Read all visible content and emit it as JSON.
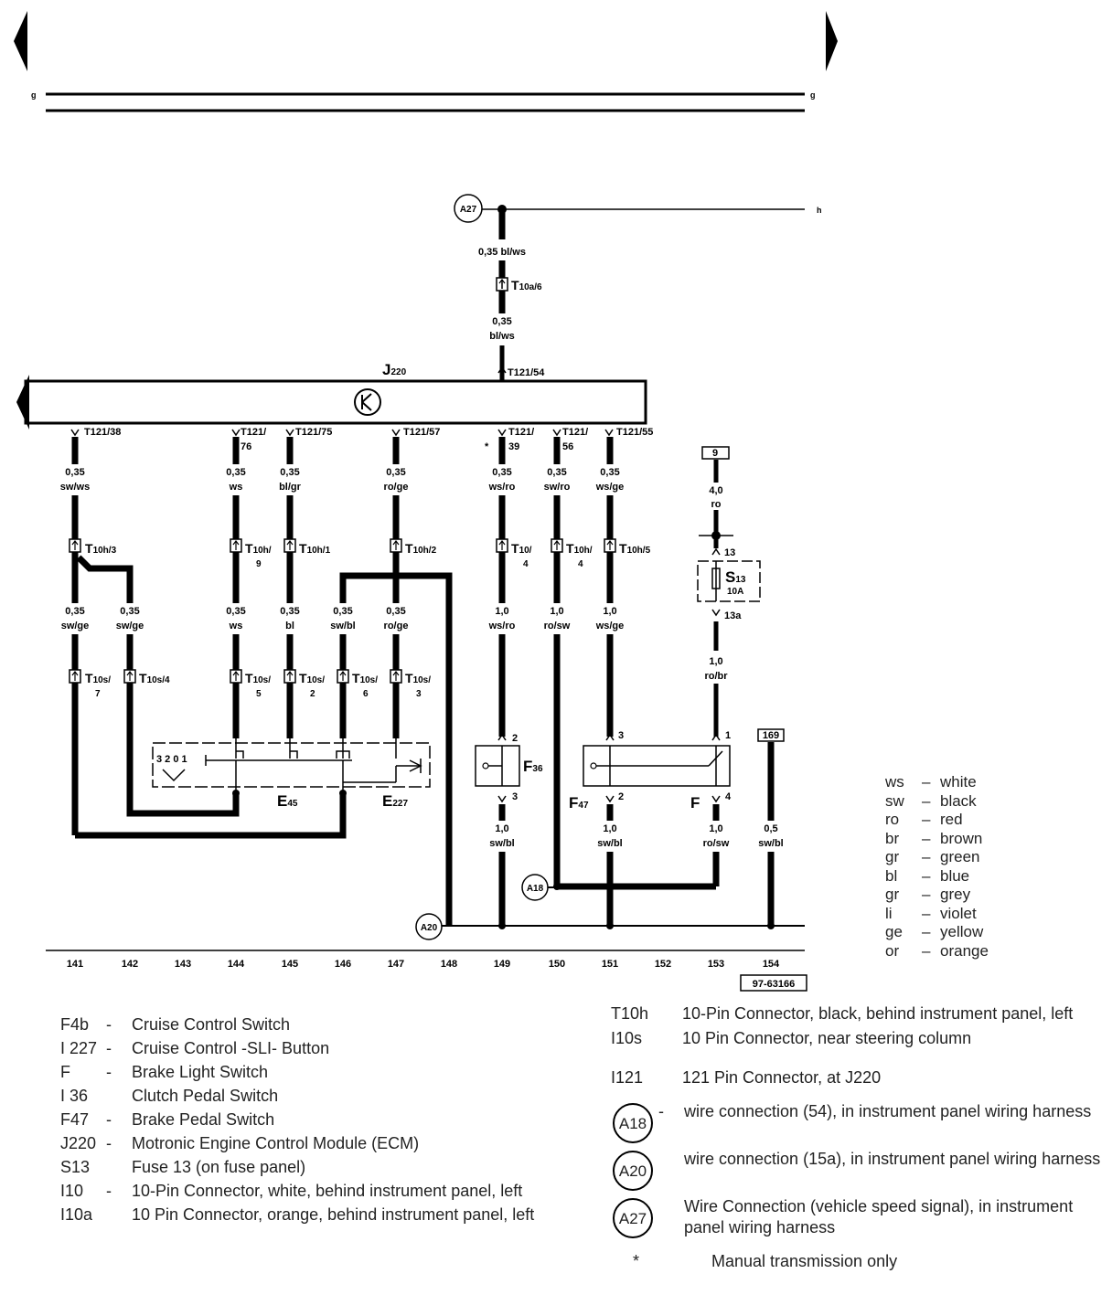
{
  "page_markers": {
    "g_left": "g",
    "g_right": "g",
    "h": "h"
  },
  "ground_connections": {
    "a27": "A27",
    "a20": "A20",
    "a18": "A18"
  },
  "module": {
    "name": "J",
    "sub": "220",
    "top_pin": "T121/54"
  },
  "top_wire": {
    "top_label": "0,35 bl/ws",
    "conn": "T",
    "conn_sub": "10a/6",
    "lower_size": "0,35",
    "lower_color": "bl/ws"
  },
  "columns": [
    "141",
    "142",
    "143",
    "144",
    "145",
    "146",
    "147",
    "148",
    "149",
    "150",
    "151",
    "152",
    "153",
    "154"
  ],
  "pins": [
    {
      "line1": "T121/38",
      "line2": ""
    },
    {
      "line1": "T121/",
      "line2": "76"
    },
    {
      "line1": "T121/75",
      "line2": ""
    },
    {
      "line1": "T121/57",
      "line2": ""
    },
    {
      "line1": "T121/",
      "line2": "39"
    },
    {
      "line1": "T121/",
      "line2": "56"
    },
    {
      "line1": "T121/55",
      "line2": ""
    }
  ],
  "star": "*",
  "upper_wires": [
    {
      "size": "0,35",
      "color": "sw/ws"
    },
    {
      "size": "0,35",
      "color": "ws"
    },
    {
      "size": "0,35",
      "color": "bl/gr"
    },
    {
      "size": "0,35",
      "color": "ro/ge"
    },
    {
      "size": "0,35",
      "color": "ws/ro"
    },
    {
      "size": "0,35",
      "color": "sw/ro"
    },
    {
      "size": "0,35",
      "color": "ws/ge"
    }
  ],
  "t10_connectors": [
    {
      "name": "T",
      "sub": "10h/3",
      "sub2": ""
    },
    {
      "name": "T",
      "sub": "10h/",
      "sub2": "9"
    },
    {
      "name": "T",
      "sub": "10h/1",
      "sub2": ""
    },
    {
      "name": "T",
      "sub": "10h/2",
      "sub2": ""
    },
    {
      "name": "T",
      "sub": "10/",
      "sub2": "4"
    },
    {
      "name": "T",
      "sub": "10h/",
      "sub2": "4"
    },
    {
      "name": "T",
      "sub": "10h/5",
      "sub2": ""
    }
  ],
  "mid_wires": [
    {
      "size": "0,35",
      "color": "sw/ge"
    },
    {
      "size": "0,35",
      "color": "sw/ge"
    },
    {
      "size": "0,35",
      "color": "ws"
    },
    {
      "size": "0,35",
      "color": "bl"
    },
    {
      "size": "0,35",
      "color": "sw/bl"
    },
    {
      "size": "0,35",
      "color": "ro/ge"
    },
    {
      "size": "1,0",
      "color": "ws/ro"
    },
    {
      "size": "1,0",
      "color": "ro/sw"
    },
    {
      "size": "1,0",
      "color": "ws/ge"
    }
  ],
  "t10s_connectors": [
    {
      "name": "T",
      "sub": "10s/",
      "sub2": "7"
    },
    {
      "name": "T",
      "sub": "10s/4",
      "sub2": ""
    },
    {
      "name": "T",
      "sub": "10s/",
      "sub2": "5"
    },
    {
      "name": "T",
      "sub": "10s/",
      "sub2": "2"
    },
    {
      "name": "T",
      "sub": "10s/",
      "sub2": "6"
    },
    {
      "name": "T",
      "sub": "10s/",
      "sub2": "3"
    }
  ],
  "switch_block": {
    "numbers": "3 2 0 1",
    "e45": "E",
    "e45_sub": "45",
    "e227": "E",
    "e227_sub": "227"
  },
  "f36": {
    "name": "F",
    "sub": "36",
    "pin_top": "2",
    "pin_bottom": "3"
  },
  "f47": {
    "name": "F",
    "sub": "47",
    "pin_top": "3",
    "pin_bottom": "2"
  },
  "f": {
    "name": "F",
    "pin_top": "1",
    "pin_bottom": "4"
  },
  "fuse": {
    "box": "9",
    "size": "4,0",
    "color": "ro",
    "pin_in": "13",
    "name": "S",
    "sub": "13",
    "rating": "10A",
    "pin_out": "13a",
    "size2": "1,0",
    "color2": "ro/br"
  },
  "box_169": "169",
  "lower_wires": [
    {
      "size": "1,0",
      "color": "sw/bl"
    },
    {
      "size": "1,0",
      "color": "sw/bl"
    },
    {
      "size": "1,0",
      "color": "ro/sw"
    },
    {
      "size": "0,5",
      "color": "sw/bl"
    }
  ],
  "figure_code": "97-63166",
  "color_key": [
    {
      "code": "ws",
      "name": "white"
    },
    {
      "code": "sw",
      "name": "black"
    },
    {
      "code": "ro",
      "name": "red"
    },
    {
      "code": "br",
      "name": "brown"
    },
    {
      "code": "gr",
      "name": "green"
    },
    {
      "code": "bl",
      "name": "blue"
    },
    {
      "code": "gr",
      "name": "grey"
    },
    {
      "code": "li",
      "name": "violet"
    },
    {
      "code": "ge",
      "name": "yellow"
    },
    {
      "code": "or",
      "name": "orange"
    }
  ],
  "legend_left": [
    {
      "code": "F4b",
      "dash": "-",
      "desc": "Cruise Control Switch"
    },
    {
      "code": "I 227",
      "dash": "-",
      "desc": "Cruise Control -SLI- Button"
    },
    {
      "code": "F",
      "dash": "-",
      "desc": "Brake Light Switch"
    },
    {
      "code": "I 36",
      "dash": "",
      "desc": "Clutch Pedal Switch"
    },
    {
      "code": "F47",
      "dash": "-",
      "desc": "Brake Pedal Switch"
    },
    {
      "code": "J220",
      "dash": "-",
      "desc": "Motronic Engine Control Module (ECM)"
    },
    {
      "code": "S13",
      "dash": "",
      "desc": "Fuse 13 (on fuse panel)"
    },
    {
      "code": "I10",
      "dash": "-",
      "desc": "10-Pin Connector, white, behind instrument panel, left"
    },
    {
      "code": "I10a",
      "dash": "",
      "desc": "10 Pin Connector, orange, behind instrument panel, left"
    }
  ],
  "legend_right": [
    {
      "code": "T10h",
      "dash": "-",
      "desc": "10-Pin Connector, black, behind instrument panel, left"
    },
    {
      "code": "I10s",
      "dash": "",
      "desc": "10 Pin Connector, near steering column"
    },
    {
      "code": "I121",
      "dash": "",
      "desc": "121 Pin Connector, at J220"
    }
  ],
  "legend_circles": [
    {
      "label": "A18",
      "dash": "-",
      "desc": "wire connection (54), in instrument panel wiring harness"
    },
    {
      "label": "A20",
      "dash": "",
      "desc": "wire connection (15a), in instrument panel wiring harness"
    },
    {
      "label": "A27",
      "dash": "",
      "desc": "Wire Connection (vehicle speed signal), in instrument panel wiring harness"
    }
  ],
  "footnote": {
    "mark": "*",
    "text": "Manual transmission only"
  }
}
